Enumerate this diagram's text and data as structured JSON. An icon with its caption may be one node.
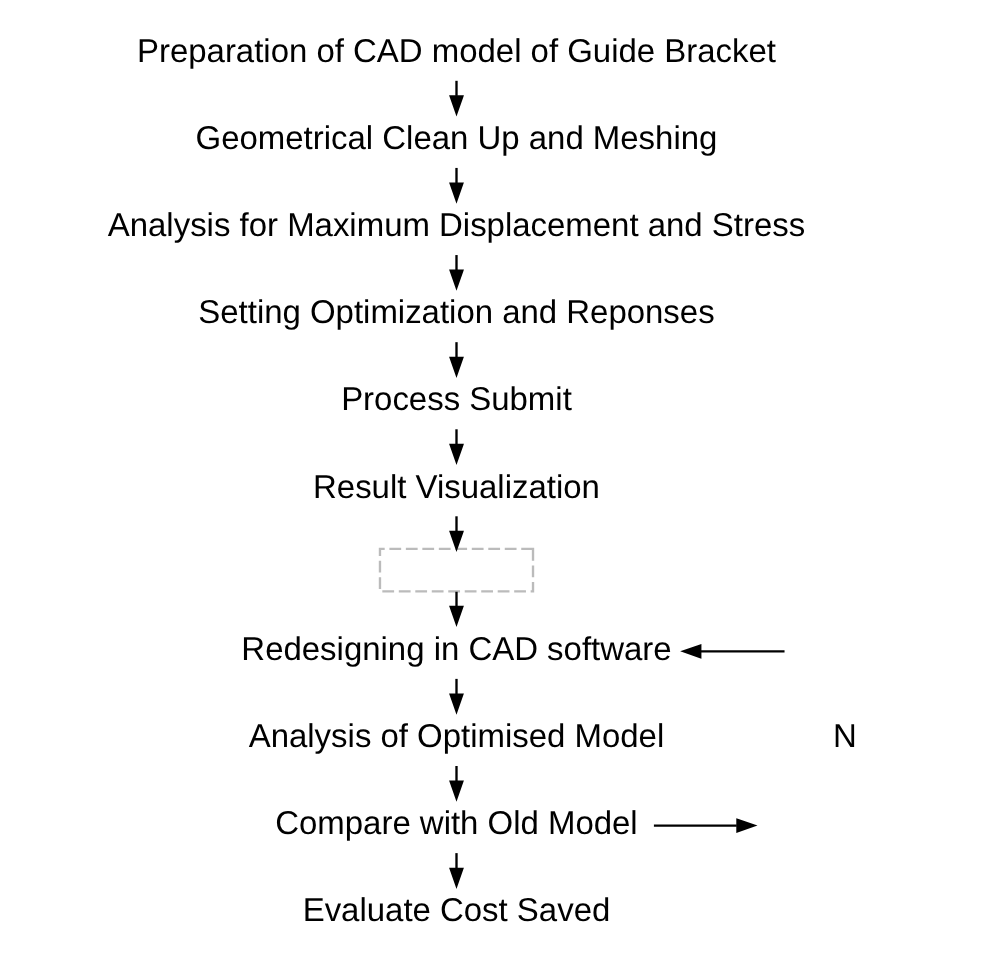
{
  "diagram": {
    "nodes": [
      {
        "text": [
          "Preparation of CAD model of Guide Bracket"
        ]
      },
      {
        "text": [
          "Geometrical Clean Up and Meshing"
        ]
      },
      {
        "text": [
          "Analysis for Maximum Displacement and Stress"
        ]
      },
      {
        "text": [
          "Setting Optimization and Reponses"
        ]
      },
      {
        "text": [
          "Process Submit"
        ]
      },
      {
        "text": [
          "Result Visualization"
        ]
      },
      {
        "text": [],
        "shape": "box"
      },
      {
        "text": [
          "Redesigning in CAD software"
        ]
      },
      {
        "text": [
          "Analysis of Optimised Model"
        ]
      },
      {
        "text": [
          "Compare with Old Model"
        ]
      },
      {
        "text": [
          "Evaluate Cost Saved"
        ]
      }
    ],
    "edges": [
      {
        "from": 0,
        "to": 1,
        "arrow": "to"
      },
      {
        "from": 1,
        "to": 2,
        "arrow": "to"
      },
      {
        "from": 2,
        "to": 3,
        "arrow": "to"
      },
      {
        "from": 3,
        "to": 4,
        "arrow": "to"
      },
      {
        "from": 4,
        "to": 5,
        "arrow": "to"
      },
      {
        "from": 5,
        "to": 6,
        "arrow": "to"
      },
      {
        "from": 6,
        "to": 7,
        "arrow": "to"
      },
      {
        "from": 7,
        "to": 8,
        "arrow": "to"
      },
      {
        "from": 8,
        "to": 9,
        "arrow": "to"
      },
      {
        "from": 9,
        "to": 10,
        "arrow": "to"
      },
      {
        "from": 9,
        "to": null,
        "arrow": "to"
      },
      {
        "from": null,
        "to": 7,
        "arrow": "to"
      }
    ],
    "labels": [
      "N"
    ]
  }
}
